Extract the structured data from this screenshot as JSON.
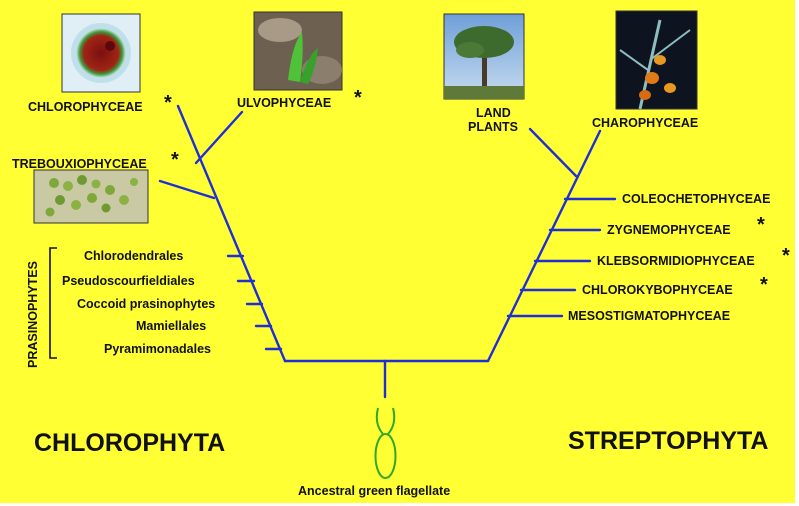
{
  "groups": {
    "left": "CHLOROPHYTA",
    "right": "STREPTOPHYTA",
    "bracket": "PRASINOPHYTES"
  },
  "root": {
    "label": "Ancestral green flagellate"
  },
  "asterisk": "*",
  "left_taxa": [
    {
      "id": "chlorophyceae",
      "label": "CHLOROPHYCEAE",
      "starred": true
    },
    {
      "id": "ulvophyceae",
      "label": "ULVOPHYCEAE",
      "starred": true
    },
    {
      "id": "trebouxiophyceae",
      "label": "TREBOUXIOPHYCEAE",
      "starred": true
    },
    {
      "id": "chlorodendrales",
      "label": "Chlorodendrales",
      "starred": false
    },
    {
      "id": "pseudoscourfieldiales",
      "label": "Pseudoscourfieldiales",
      "starred": false
    },
    {
      "id": "coccoid-prasinophytes",
      "label": "Coccoid prasinophytes",
      "starred": false
    },
    {
      "id": "mamiellales",
      "label": "Mamiellales",
      "starred": false
    },
    {
      "id": "pyramimonadales",
      "label": "Pyramimonadales",
      "starred": false
    }
  ],
  "right_taxa": [
    {
      "id": "land-plants",
      "label_lines": [
        "LAND",
        "PLANTS"
      ],
      "starred": false
    },
    {
      "id": "charophyceae",
      "label": "CHAROPHYCEAE",
      "starred": false
    },
    {
      "id": "coleochetophyceae",
      "label": "COLEOCHETOPHYCEAE",
      "starred": false
    },
    {
      "id": "zygnemophyceae",
      "label": "ZYGNEMOPHYCEAE",
      "starred": true
    },
    {
      "id": "klebsormidiophyceae",
      "label": "KLEBSORMIDIOPHYCEAE",
      "starred": true
    },
    {
      "id": "chlorokybophyceae",
      "label": "CHLOROKYBOPHYCEAE",
      "starred": true
    },
    {
      "id": "mesostigmatophyceae",
      "label": "MESOSTIGMATOPHYCEAE",
      "starred": false
    }
  ],
  "colors": {
    "background": "#ffff33",
    "branch": "#1f2fd6",
    "flagellate": "#2fa82a",
    "text": "#111111"
  }
}
